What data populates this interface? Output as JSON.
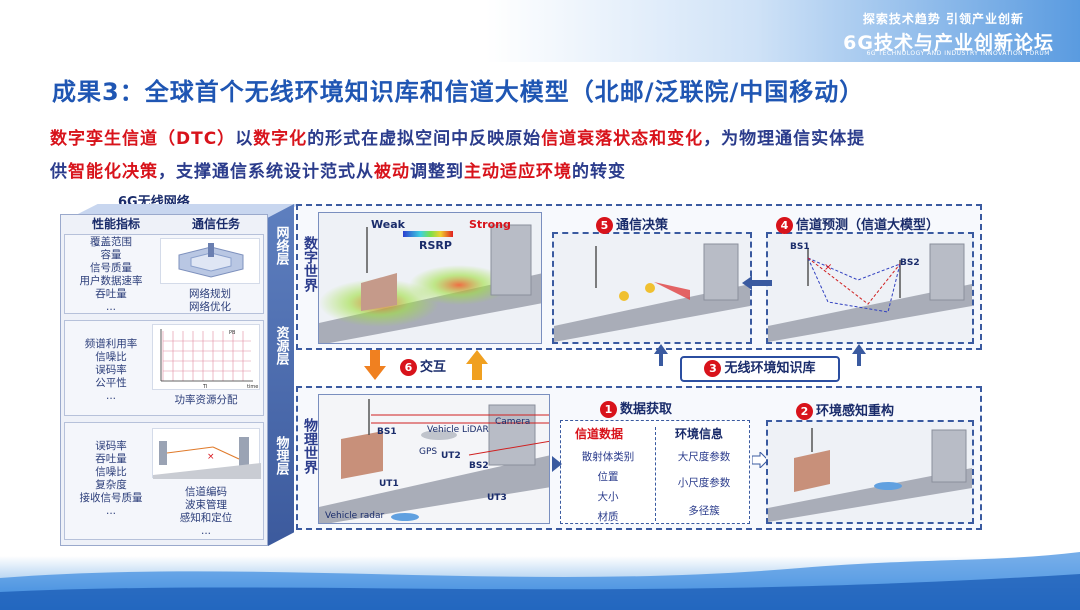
{
  "header": {
    "slogan": "探索技术趋势  引领产业创新",
    "forum_title": "6G技术与产业创新论坛",
    "forum_subtitle": "6G TECHNOLOGY AND INDUSTRY INNOVATION FORUM"
  },
  "title": "成果3：全球首个无线环境知识库和信道大模型（北邮/泛联院/中国移动）",
  "intro": {
    "line1_a": "数字孪生信道（DTC）",
    "line1_b": "以",
    "line1_c": "数字化",
    "line1_d": "的形式在虚拟空间中反映原始",
    "line1_e": "信道衰落状态和变化",
    "line1_f": "，为物理通信实体提",
    "line2_a": "供",
    "line2_b": "智能化决策",
    "line2_c": "，支撑通信系统设计范式从",
    "line2_d": "被动",
    "line2_e": "调整到",
    "line2_f": "主动适应环境",
    "line2_g": "的转变"
  },
  "network_block": {
    "label": "6G无线网络",
    "col1": "性能指标",
    "col2": "通信任务",
    "layers": [
      {
        "name": "网络层",
        "metrics": [
          "覆盖范围",
          "容量",
          "信号质量",
          "用户数据速率",
          "吞吐量",
          "..."
        ],
        "tasks": [
          "网络规划",
          "网络优化"
        ]
      },
      {
        "name": "资源层",
        "metrics": [
          "频谱利用率",
          "信噪比",
          "误码率",
          "公平性",
          "..."
        ],
        "tasks": [
          "功率资源分配"
        ]
      },
      {
        "name": "物理层",
        "metrics": [
          "误码率",
          "吞吐量",
          "信噪比",
          "复杂度",
          "接收信号质量",
          "..."
        ],
        "tasks": [
          "信道编码",
          "波束管理",
          "感知和定位",
          "..."
        ]
      }
    ],
    "resource_axis": {
      "y": "PB",
      "x": "TI",
      "x2": "time"
    }
  },
  "digital_world": {
    "label": "数字世界",
    "legend_weak": "Weak",
    "legend_strong": "Strong",
    "legend_title": "RSRP",
    "panel5": {
      "num": "5",
      "title": "通信决策"
    },
    "panel4": {
      "num": "4",
      "title": "信道预测（信道大模型）",
      "bs1": "BS1",
      "bs2": "BS2"
    }
  },
  "interaction": {
    "num": "6",
    "label": "交互"
  },
  "knowledge_base": {
    "num": "3",
    "label": "无线环境知识库"
  },
  "physical_world": {
    "label": "物理世界",
    "labels": {
      "bs1": "BS1",
      "bs2": "BS2",
      "ut1": "UT1",
      "ut2": "UT2",
      "ut3": "UT3",
      "gps": "GPS",
      "camera": "Camera",
      "lidar": "Vehicle LiDAR",
      "radar": "Vehicle radar"
    },
    "panel1": {
      "num": "1",
      "title": "数据获取"
    },
    "panel2": {
      "num": "2",
      "title": "环境感知重构"
    },
    "table": {
      "head_left": "信道数据",
      "head_right": "环境信息",
      "left": [
        "散射体类别",
        "位置",
        "大小",
        "材质"
      ],
      "right": [
        "大尺度参数",
        "小尺度参数",
        "多径簇"
      ]
    }
  }
}
